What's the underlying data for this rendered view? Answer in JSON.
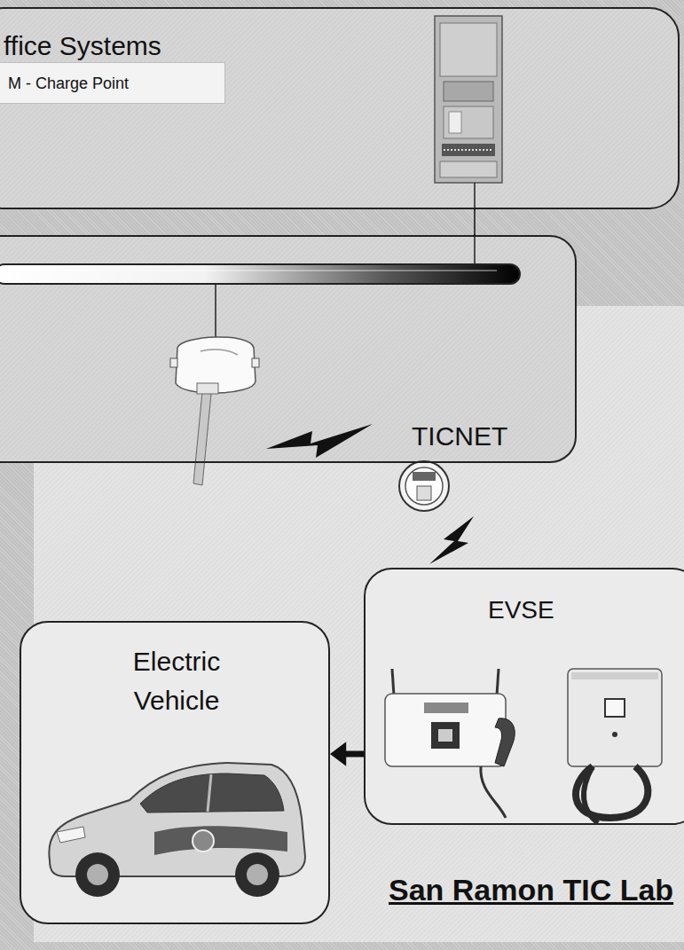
{
  "diagram": {
    "nodes": [
      {
        "text": [
          "ffice Systems"
        ]
      },
      {
        "text": [
          "M - Charge Point"
        ],
        "in": 0
      },
      {
        "text": [
          "TICNET"
        ]
      },
      {
        "text": [
          "San Ramon TIC Lab"
        ]
      },
      {
        "text": [
          "Electric Vehicle"
        ],
        "in": 3
      },
      {
        "text": [
          "EVSE"
        ],
        "in": 3
      }
    ],
    "edges": [
      {
        "from": 0,
        "to": 2,
        "arrow": "none"
      },
      {
        "from": 5,
        "to": 4,
        "arrow": "to"
      }
    ]
  }
}
